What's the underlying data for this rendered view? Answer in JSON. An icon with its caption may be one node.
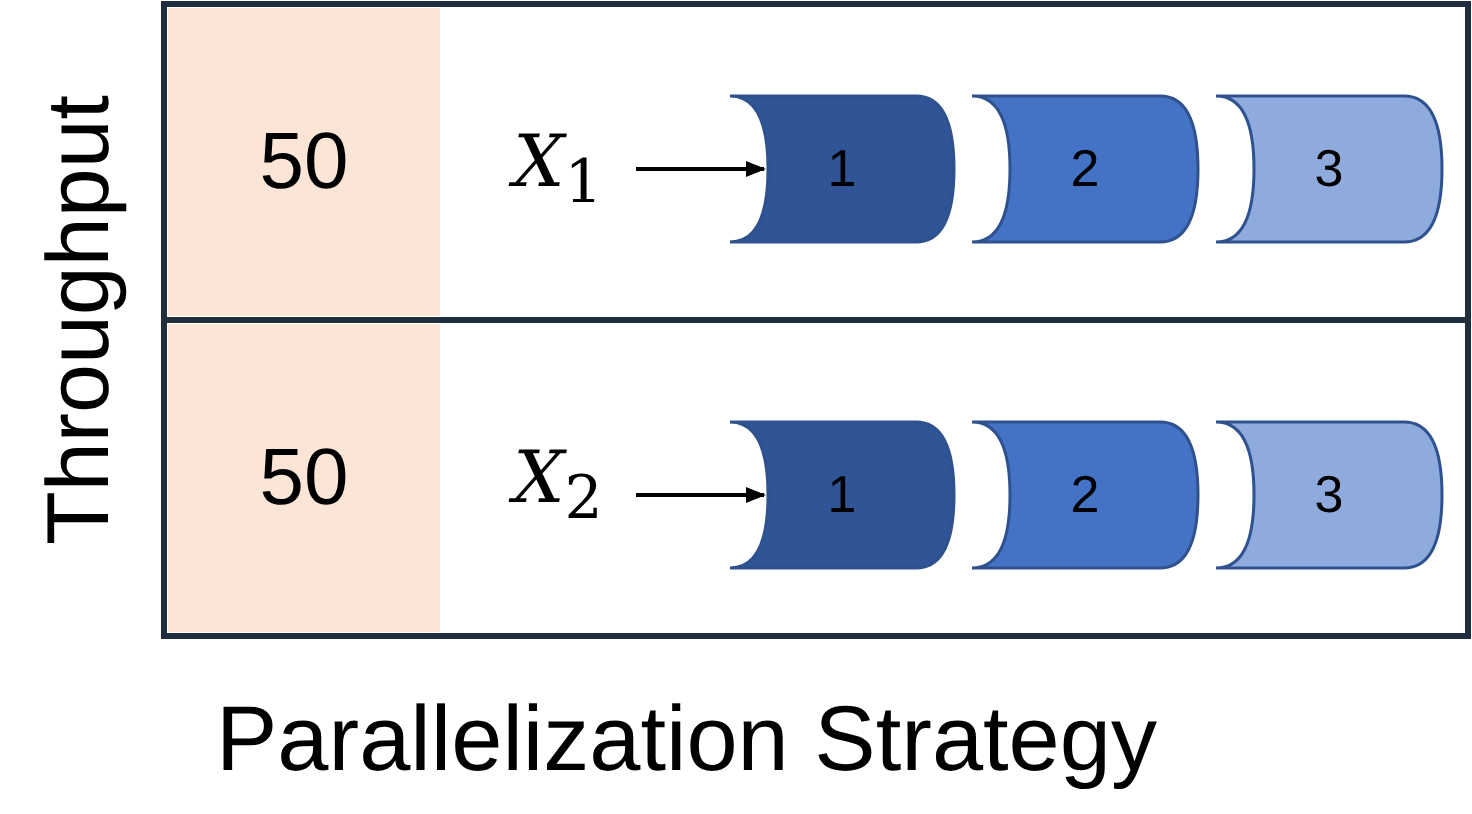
{
  "diagram": {
    "nodes": [
      {
        "text": [
          "50"
        ]
      },
      {
        "text": [
          "*X*$_{1}$"
        ]
      },
      {
        "text": [
          "1"
        ]
      },
      {
        "text": [
          "2"
        ]
      },
      {
        "text": [
          "3"
        ]
      },
      {
        "text": [
          "50"
        ]
      },
      {
        "text": [
          "*X*$_{2}$"
        ]
      },
      {
        "text": [
          "1"
        ]
      },
      {
        "text": [
          "2"
        ]
      },
      {
        "text": [
          "3"
        ]
      }
    ],
    "edges": [
      {
        "from": 1,
        "to": 2,
        "arrow": "to"
      },
      {
        "from": 6,
        "to": 7,
        "arrow": "to"
      }
    ],
    "labels": [
      "Throughput",
      "Parallelization Strategy"
    ]
  }
}
